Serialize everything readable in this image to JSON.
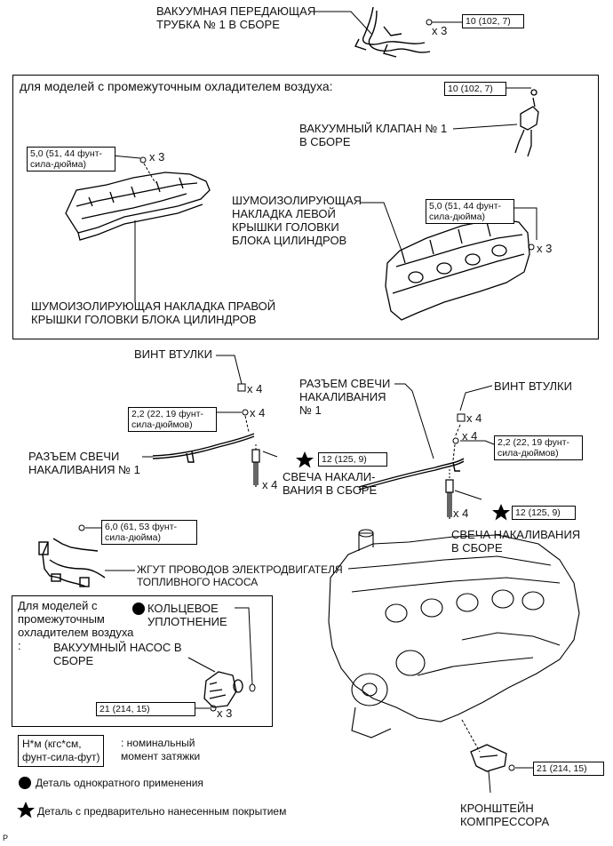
{
  "labels": {
    "vac_pipe": "ВАКУУМНАЯ ПЕРЕДАЮЩАЯ\nТРУБКА № 1 В СБОРЕ",
    "intercooler_header": "для моделей с промежуточным охладителем воздуха:",
    "vac_valve": "ВАКУУМНЫЙ КЛАПАН № 1\nВ СБОРЕ",
    "left_cover_insulator": "ШУМОИЗОЛИРУЮЩАЯ\nНАКЛАДКА ЛЕВОЙ\nКРЫШКИ ГОЛОВКИ\nБЛОКА ЦИЛИНДРОВ",
    "right_cover_insulator": "ШУМОИЗОЛИРУЮЩАЯ НАКЛАДКА ПРАВОЙ\nКРЫШКИ ГОЛОВКИ БЛОКА ЦИЛИНДРОВ",
    "bushing_screw_left": "ВИНТ ВТУЛКИ",
    "glow_connector_center": "РАЗЪЕМ СВЕЧИ\nНАКАЛИВАНИЯ\n№ 1",
    "bushing_screw_right": "ВИНТ ВТУЛКИ",
    "glow_connector_left": "РАЗЪЕМ СВЕЧИ\nНАКАЛИВАНИЯ № 1",
    "glow_plug_center": "СВЕЧА НАКАЛИ-\nВАНИЯ В СБОРЕ",
    "glow_plug_right": "СВЕЧА НАКАЛИВАНИЯ\nВ СБОРЕ",
    "fuel_pump_harness": "ЖГУТ ПРОВОДОВ ЭЛЕКТРОДВИГАТЕЛЯ\nТОПЛИВНОГО НАСОСА",
    "intercooler_header2": "Для моделей с\nпромежуточным\nохладителем воздуха\n:",
    "o_ring": "КОЛЬЦЕВОЕ\nУПЛОТНЕНИЕ",
    "vacuum_pump": "ВАКУУМНЫЙ НАСОС В\nСБОРЕ",
    "compressor_bracket": "КРОНШТЕЙН\nКОМПРЕССОРА",
    "corner_mark": "P"
  },
  "quantities": {
    "q_vac_pipe": "x 3",
    "q_right_cover": "x 3",
    "q_left_cover": "x 3",
    "q_bushing_left": "x 4",
    "q_nut_left": "x 4",
    "q_plug_center": "x 4",
    "q_bushing_right": "x 4",
    "q_nut_right": "x 4",
    "q_plug_right": "x 4",
    "q_vac_pump": "x 3"
  },
  "torques": {
    "t_vac_pipe": "10 (102, 7)",
    "t_vac_valve": "10 (102, 7)",
    "t_right_cover": "5,0 (51, 44 фунт-\nсила-дюйма)",
    "t_left_cover": "5,0 (51, 44 фунт-\nсила-дюйма)",
    "t_nut_left": "2,2 (22, 19 фунт-\nсила-дюймов)",
    "t_plug_center": "12 (125, 9)",
    "t_nut_right": "2,2 (22, 19 фунт-\nсила-дюймов)",
    "t_plug_right": "12 (125, 9)",
    "t_harness": "6,0 (61, 53 фунт-\nсила-дюйма)",
    "t_vac_pump": "21 (214, 15)",
    "t_bracket": "21 (214, 15)"
  },
  "legend": {
    "torque_box": "Н*м (кгс*см,\nфунт-сила-фут)",
    "torque_desc": ": номинальный\nмомент затяжки",
    "single_use": "Деталь однократного применения",
    "precoated": "Деталь с предварительно нанесенным покрытием"
  },
  "icons": {
    "single_use_marker": "filled-circle",
    "precoated_marker": "filled-star"
  }
}
